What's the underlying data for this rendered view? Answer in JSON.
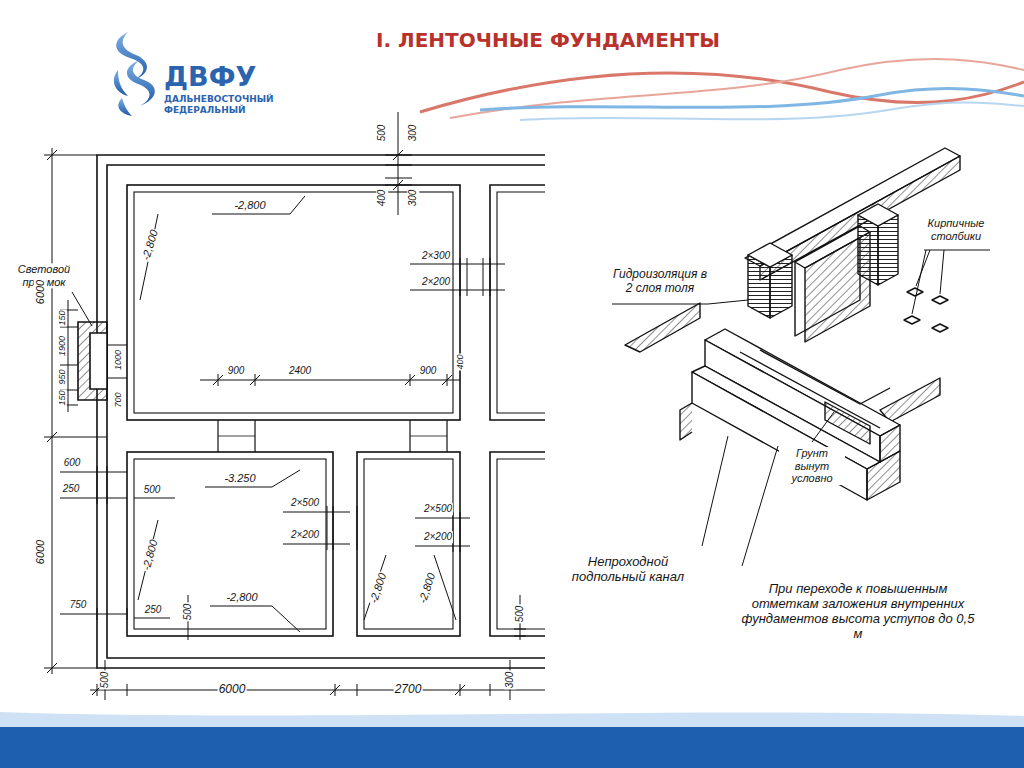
{
  "diagram": {
    "title": "I. ЛЕНТОЧНЫЕ ФУНДАМЕНТЫ",
    "labels": [
      "ДВФУ",
      "ДАЛЬНЕВОСТОЧНЫЙ",
      "ФЕДЕРАЛЬНЫЙ",
      "500",
      "300",
      "400",
      "300",
      "-2,800",
      "-2,800",
      "Световой приямок",
      "2×300",
      "2×200",
      "6000",
      "150",
      "1900",
      "950",
      "150",
      "1000",
      "700",
      "900",
      "2400",
      "900",
      "400",
      "6000",
      "600",
      "250",
      "500",
      "-3.250",
      "2×500",
      "2×200",
      "-2,800",
      "750",
      "250",
      "-2,800",
      "500",
      "2×500",
      "2×200",
      "-2,800",
      "-2,800",
      "500",
      "500",
      "6000",
      "2700",
      "300",
      "Кирпичные столбики",
      "Гидроизоляция в 2 слоя толя",
      "Грунт вынут условно",
      "Непроходной подпольный канал",
      "При переходе к повышенным отметкам заложения внутренних фундаментов высота уступов до 0,5 м"
    ]
  }
}
